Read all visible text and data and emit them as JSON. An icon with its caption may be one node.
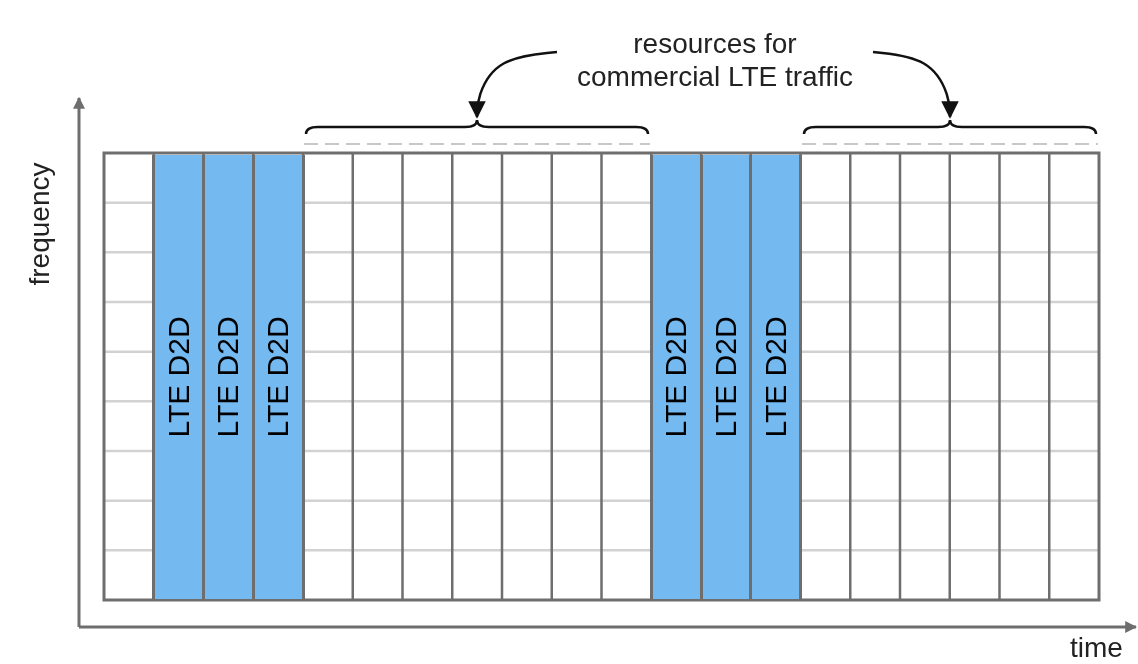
{
  "diagram": {
    "nodes": [
      {
        "text": [
          "resources for commercial LTE traffic"
        ]
      },
      {
        "text": [],
        "shape": "brace"
      },
      {
        "text": [],
        "shape": "brace"
      },
      {
        "text": [
          "LTE D2D"
        ]
      },
      {
        "text": [
          "LTE D2D"
        ]
      },
      {
        "text": [
          "LTE D2D"
        ]
      },
      {
        "text": [
          "LTE D2D"
        ]
      },
      {
        "text": [
          "LTE D2D"
        ]
      },
      {
        "text": [
          "LTE D2D"
        ]
      }
    ],
    "edges": [
      {
        "from": 0,
        "to": 1,
        "arrow": "to"
      },
      {
        "from": 0,
        "to": 2,
        "arrow": "to"
      }
    ],
    "labels": [
      "frequency",
      "time"
    ]
  }
}
